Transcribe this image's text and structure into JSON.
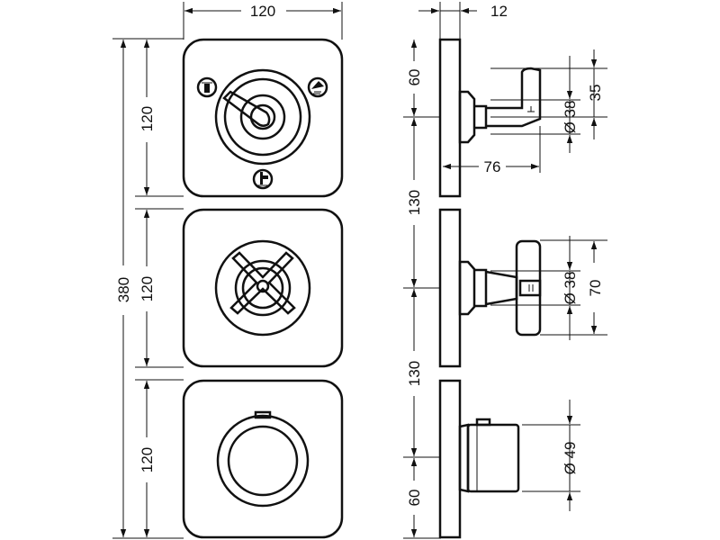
{
  "dimensions": {
    "front_width": "120",
    "total_height": "380",
    "panel_height_1": "120",
    "panel_height_2": "120",
    "panel_height_3": "120",
    "plate_thickness": "12",
    "axis_offset_top": "60",
    "spacing_1": "130",
    "spacing_2": "130",
    "axis_offset_bottom": "60",
    "handle_length": "76",
    "diameter_top": "Ø 38",
    "height_top": "35",
    "diameter_mid": "Ø 38",
    "height_mid": "70",
    "diameter_bottom": "Ø 49"
  },
  "colors": {
    "line": "#111111",
    "background": "#ffffff"
  },
  "icons": [
    "handshower-icon",
    "overhead-shower-icon",
    "bath-spout-icon",
    "cross-handle-icon",
    "thermostat-ring-icon"
  ]
}
